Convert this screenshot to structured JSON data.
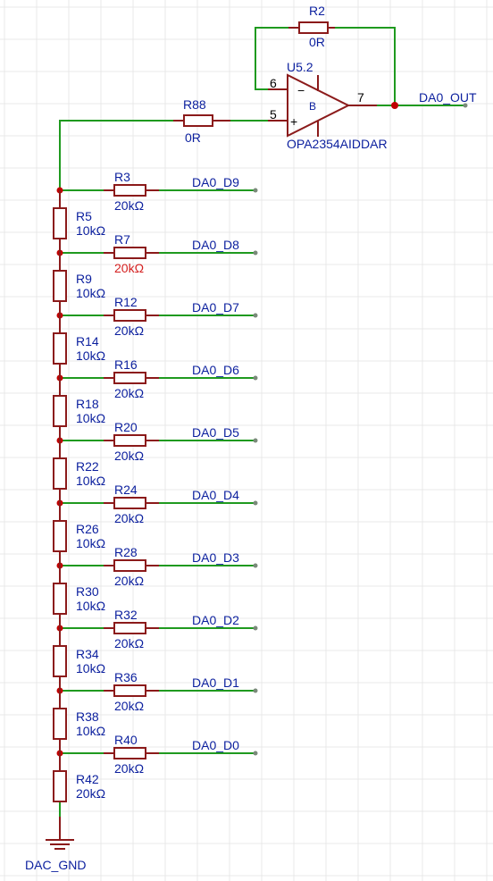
{
  "opamp": {
    "designator": "U5.2",
    "part": "OPA2354AIDDAR",
    "unit": "B",
    "pin_inv": "6",
    "pin_noninv": "5",
    "pin_out": "7",
    "minus_sign": "−",
    "plus_sign": "+"
  },
  "feedback_resistor": {
    "name": "R2",
    "value": "0R"
  },
  "input_resistor": {
    "name": "R88",
    "value": "0R"
  },
  "output_net": "DA0_OUT",
  "ground_net": "DAC_GND",
  "branches": [
    {
      "name": "R3",
      "value": "20kΩ",
      "net": "DA0_D9",
      "warn": false
    },
    {
      "name": "R7",
      "value": "20kΩ",
      "net": "DA0_D8",
      "warn": true
    },
    {
      "name": "R12",
      "value": "20kΩ",
      "net": "DA0_D7",
      "warn": false
    },
    {
      "name": "R16",
      "value": "20kΩ",
      "net": "DA0_D6",
      "warn": false
    },
    {
      "name": "R20",
      "value": "20kΩ",
      "net": "DA0_D5",
      "warn": false
    },
    {
      "name": "R24",
      "value": "20kΩ",
      "net": "DA0_D4",
      "warn": false
    },
    {
      "name": "R28",
      "value": "20kΩ",
      "net": "DA0_D3",
      "warn": false
    },
    {
      "name": "R32",
      "value": "20kΩ",
      "net": "DA0_D2",
      "warn": false
    },
    {
      "name": "R36",
      "value": "20kΩ",
      "net": "DA0_D1",
      "warn": false
    },
    {
      "name": "R40",
      "value": "20kΩ",
      "net": "DA0_D0",
      "warn": false
    }
  ],
  "ladder": [
    {
      "name": "R5",
      "value": "10kΩ"
    },
    {
      "name": "R9",
      "value": "10kΩ"
    },
    {
      "name": "R14",
      "value": "10kΩ"
    },
    {
      "name": "R18",
      "value": "10kΩ"
    },
    {
      "name": "R22",
      "value": "10kΩ"
    },
    {
      "name": "R26",
      "value": "10kΩ"
    },
    {
      "name": "R30",
      "value": "10kΩ"
    },
    {
      "name": "R34",
      "value": "10kΩ"
    },
    {
      "name": "R38",
      "value": "10kΩ"
    },
    {
      "name": "R42",
      "value": "20kΩ"
    }
  ],
  "colors": {
    "wire": "#1f9a1f",
    "component": "#8b1a1a",
    "label": "#0b1f9e",
    "junction": "#c00000",
    "warning": "#d41f1f"
  }
}
